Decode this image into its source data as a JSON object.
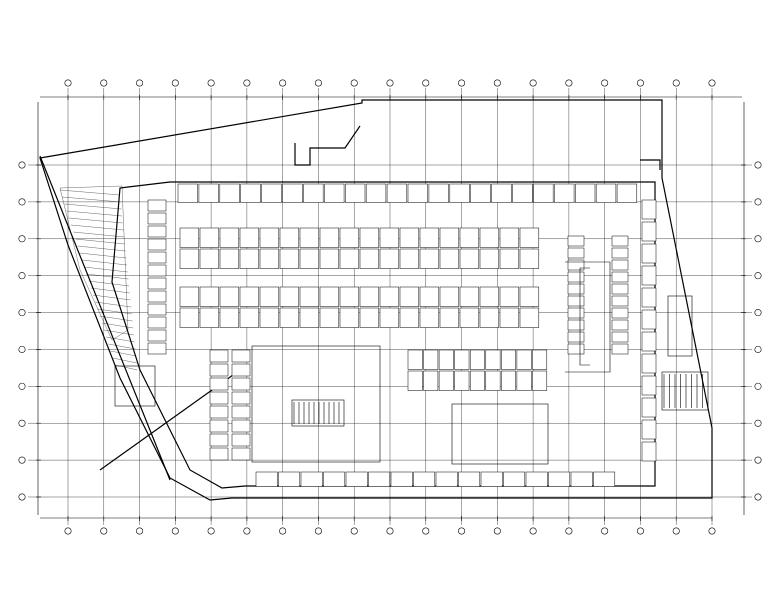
{
  "drawing": {
    "line_color": "#000000",
    "background": "#ffffff",
    "grid_columns": 19,
    "grid_rows": 10,
    "blocks": [
      {
        "rows": 1,
        "count": 22,
        "label": "top-perimeter-row"
      },
      {
        "rows": 2,
        "count": 18,
        "label": "upper-double-row"
      },
      {
        "rows": 2,
        "count": 18,
        "label": "middle-double-row"
      },
      {
        "rows": 2,
        "count": 9,
        "label": "lower-right-double-row"
      },
      {
        "rows": 1,
        "count": 16,
        "label": "bottom-perimeter-row"
      }
    ]
  }
}
